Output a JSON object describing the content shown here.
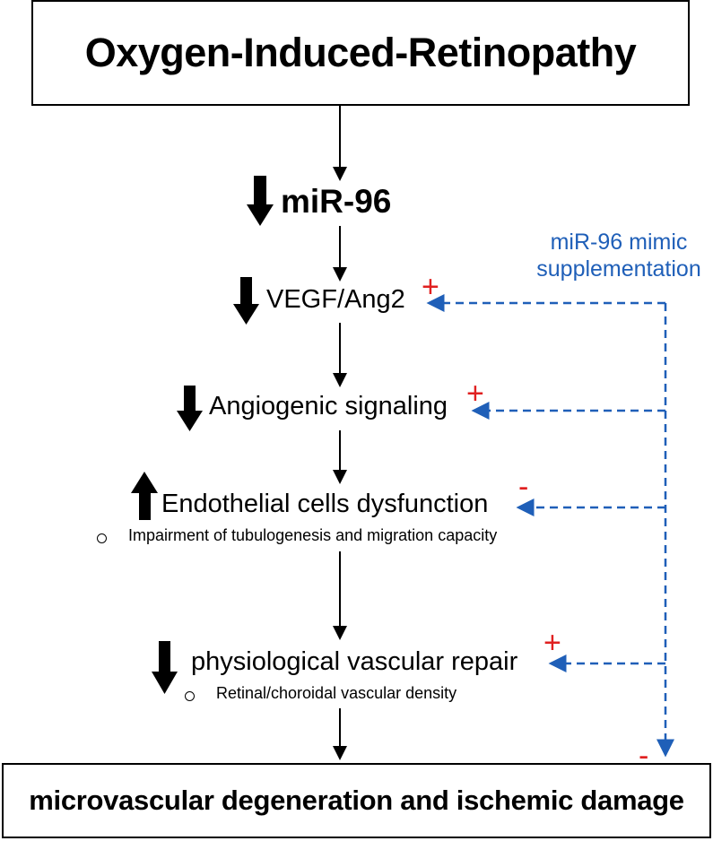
{
  "title": "Oxygen-Induced-Retinopathy",
  "outcome": "microvascular degeneration and ischemic damage",
  "intervention": "miR-96 mimic supplementation",
  "steps": [
    {
      "label": "miR-96",
      "direction": "down",
      "effect": ""
    },
    {
      "label": "VEGF/Ang2",
      "direction": "down",
      "effect": "+"
    },
    {
      "label": "Angiogenic signaling",
      "direction": "down",
      "effect": "+"
    },
    {
      "label": "Endothelial cells dysfunction",
      "direction": "up",
      "effect": "-",
      "sub": "Impairment of tubulogenesis and migration capacity"
    },
    {
      "label": "physiological vascular repair",
      "direction": "down",
      "effect": "+",
      "sub": "Retinal/choroidal vascular density"
    }
  ],
  "outcome_effect": "-",
  "colors": {
    "intervention": "#1f5fb8",
    "effect": "#e02020",
    "main": "#000000"
  }
}
